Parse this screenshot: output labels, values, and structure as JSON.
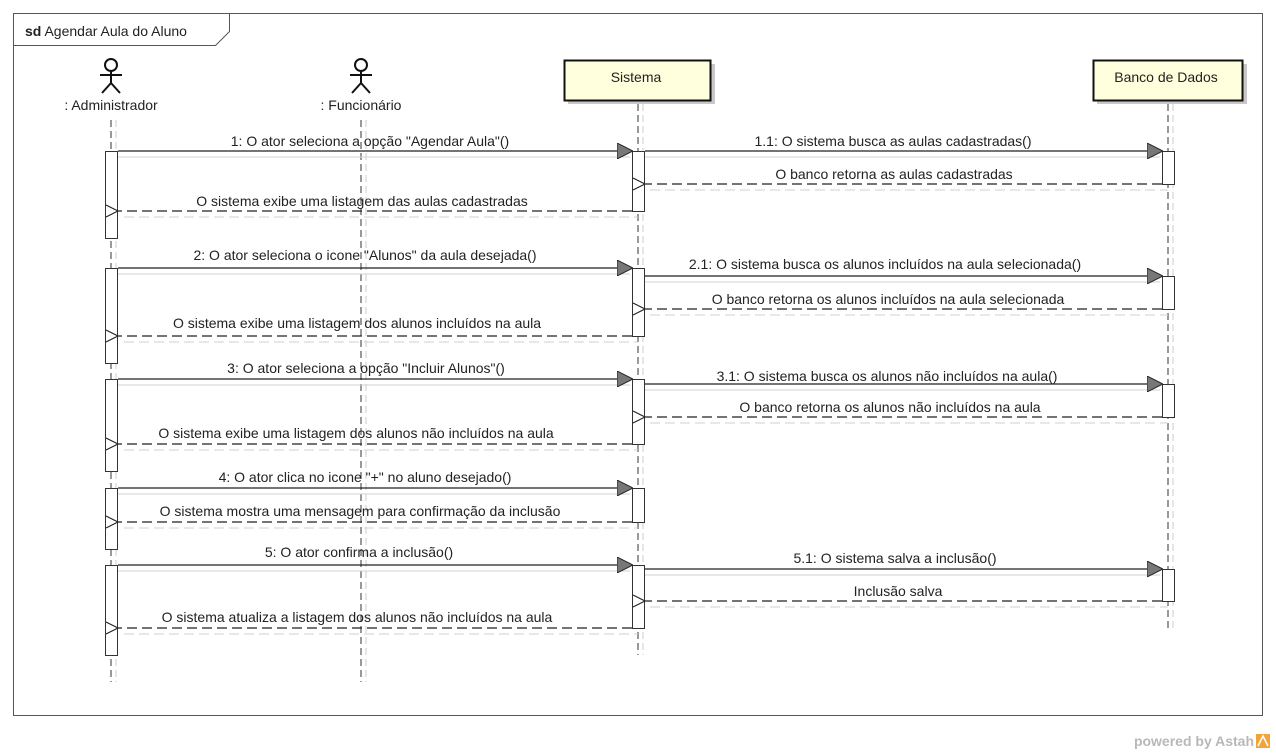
{
  "frame": {
    "keyword": "sd",
    "name": "Agendar Aula do Aluno"
  },
  "actors": [
    {
      "id": "admin",
      "label": ": Administrador"
    },
    {
      "id": "func",
      "label": ": Funcionário"
    }
  ],
  "objects": [
    {
      "id": "sistema",
      "label": "Sistema"
    },
    {
      "id": "banco",
      "label": "Banco de Dados"
    }
  ],
  "messages": [
    {
      "label": "1: O ator seleciona a opção \"Agendar Aula\"()",
      "type": "sync"
    },
    {
      "label": "1.1: O sistema busca as aulas cadastradas()",
      "type": "sync"
    },
    {
      "label": "O banco retorna as aulas cadastradas",
      "type": "reply"
    },
    {
      "label": "O sistema exibe uma listagem das aulas cadastradas",
      "type": "reply"
    },
    {
      "label": "2: O ator seleciona o icone \"Alunos\" da aula desejada()",
      "type": "sync"
    },
    {
      "label": "2.1: O sistema busca os alunos incluídos na aula selecionada()",
      "type": "sync"
    },
    {
      "label": "O banco retorna os alunos incluídos na aula selecionada",
      "type": "reply"
    },
    {
      "label": "O sistema exibe uma listagem dos alunos incluídos na aula",
      "type": "reply"
    },
    {
      "label": "3: O ator seleciona a opção \"Incluir Alunos\"()",
      "type": "sync"
    },
    {
      "label": "3.1: O sistema busca os alunos não incluídos na aula()",
      "type": "sync"
    },
    {
      "label": "O banco retorna os alunos não incluídos na aula",
      "type": "reply"
    },
    {
      "label": "O sistema exibe uma listagem dos alunos não incluídos na aula",
      "type": "reply"
    },
    {
      "label": "4: O ator clica no icone \"+\" no aluno desejado()",
      "type": "sync"
    },
    {
      "label": "O sistema mostra uma mensagem para confirmação da inclusão",
      "type": "reply"
    },
    {
      "label": "5: O ator confirma a inclusão()",
      "type": "sync"
    },
    {
      "label": "5.1: O sistema salva a inclusão()",
      "type": "sync"
    },
    {
      "label": "Inclusão salva",
      "type": "reply"
    },
    {
      "label": "O sistema atualiza a listagem dos alunos não incluídos na aula",
      "type": "reply"
    }
  ],
  "watermark": "powered by Astah",
  "colors": {
    "object_fill": "#ffffdd",
    "line": "#000000",
    "shadow": "#c8c8c8",
    "watermark": "#b8b8b8",
    "watermark_logo": "#f2a33a"
  }
}
